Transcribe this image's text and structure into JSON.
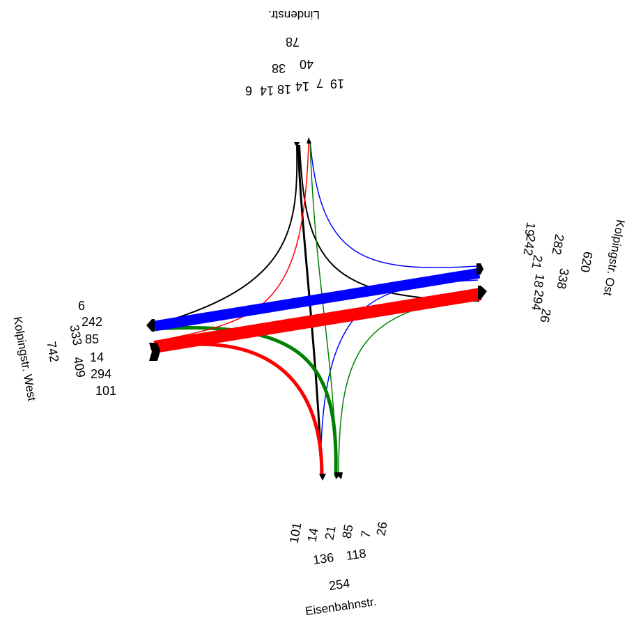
{
  "colors": {
    "west_traffic": "#ff0000",
    "east_traffic": "#0000ff",
    "south_traffic": "#008000",
    "north_traffic": "#000000"
  },
  "arms": {
    "north": {
      "name": "Lindenstr.",
      "total": "78",
      "subtotals": [
        "38",
        "40"
      ],
      "flows": [
        "6",
        "14",
        "18",
        "14",
        "7",
        "19"
      ]
    },
    "east": {
      "name": "Kolpingstr. Ost",
      "total": "620",
      "subtotals": [
        "282",
        "338"
      ],
      "flows": [
        "19",
        "242",
        "21",
        "18",
        "294",
        "26"
      ]
    },
    "west": {
      "name": "Kolpingstr. West",
      "total": "742",
      "subtotals": [
        "333",
        "409"
      ],
      "flows": [
        "6",
        "242",
        "85",
        "14",
        "294",
        "101"
      ]
    },
    "south": {
      "name": "Eisenbahnstr.",
      "total": "254",
      "subtotals": [
        "136",
        "118"
      ],
      "flows": [
        "101",
        "14",
        "21",
        "85",
        "7",
        "26"
      ]
    }
  }
}
